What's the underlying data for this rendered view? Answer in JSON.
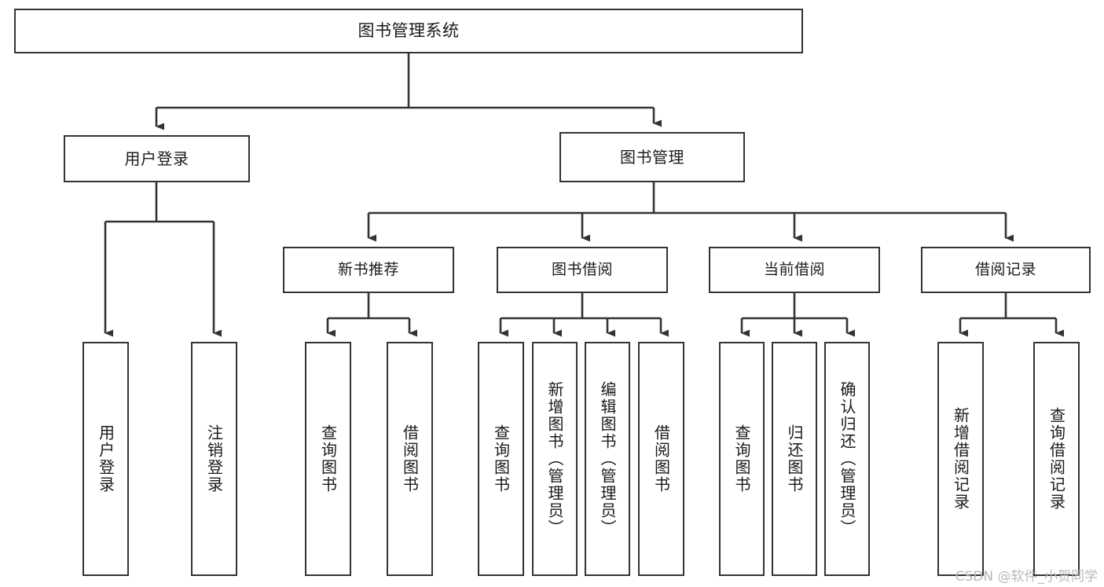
{
  "diagram": {
    "title": "图书管理系统",
    "type": "hierarchy-tree",
    "watermark": "CSDN @软件_小贺同学",
    "colors": {
      "border": "#333333",
      "fill": "#ffffff",
      "text": "#1a1a1a",
      "connector": "#333333",
      "watermark": "#b9b9b9",
      "background": "#ffffff"
    },
    "nodes": {
      "root": {
        "label": "图书管理系统"
      },
      "level2": [
        {
          "label": "用户登录"
        },
        {
          "label": "图书管理"
        }
      ],
      "level3": [
        {
          "label": "新书推荐"
        },
        {
          "label": "图书借阅"
        },
        {
          "label": "当前借阅"
        },
        {
          "label": "借阅记录"
        }
      ],
      "leaves": {
        "user_login": [
          {
            "label": "用户登录"
          },
          {
            "label": "注销登录"
          }
        ],
        "new_book_recommend": [
          {
            "label": "查询图书"
          },
          {
            "label": "借阅图书"
          }
        ],
        "book_borrow": [
          {
            "label": "查询图书"
          },
          {
            "label": "新增图书（管理员）"
          },
          {
            "label": "编辑图书（管理员）"
          },
          {
            "label": "借阅图书"
          }
        ],
        "current_borrow": [
          {
            "label": "查询图书"
          },
          {
            "label": "归还图书"
          },
          {
            "label": "确认归还（管理员）"
          }
        ],
        "borrow_record": [
          {
            "label": "新增借阅记录"
          },
          {
            "label": "查询借阅记录"
          }
        ]
      }
    }
  }
}
